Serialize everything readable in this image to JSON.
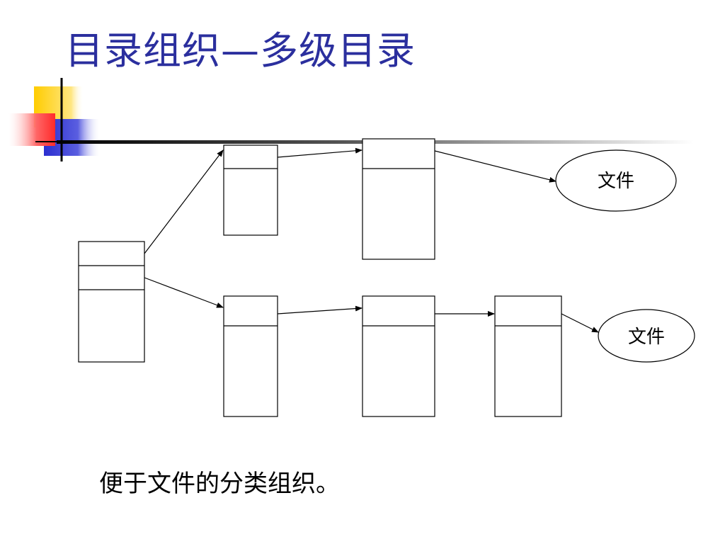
{
  "slide": {
    "title": "目录组织—多级目录",
    "caption": "便于文件的分类组织。"
  },
  "diagram": {
    "file_node_label": "文件",
    "files": [
      {
        "label": "文件"
      },
      {
        "label": "文件"
      }
    ]
  },
  "colors": {
    "title": "#2b2f9e",
    "ornament_yellow": "#ffcc00",
    "ornament_red": "#ff3333",
    "ornament_blue": "#2b2fd0"
  }
}
